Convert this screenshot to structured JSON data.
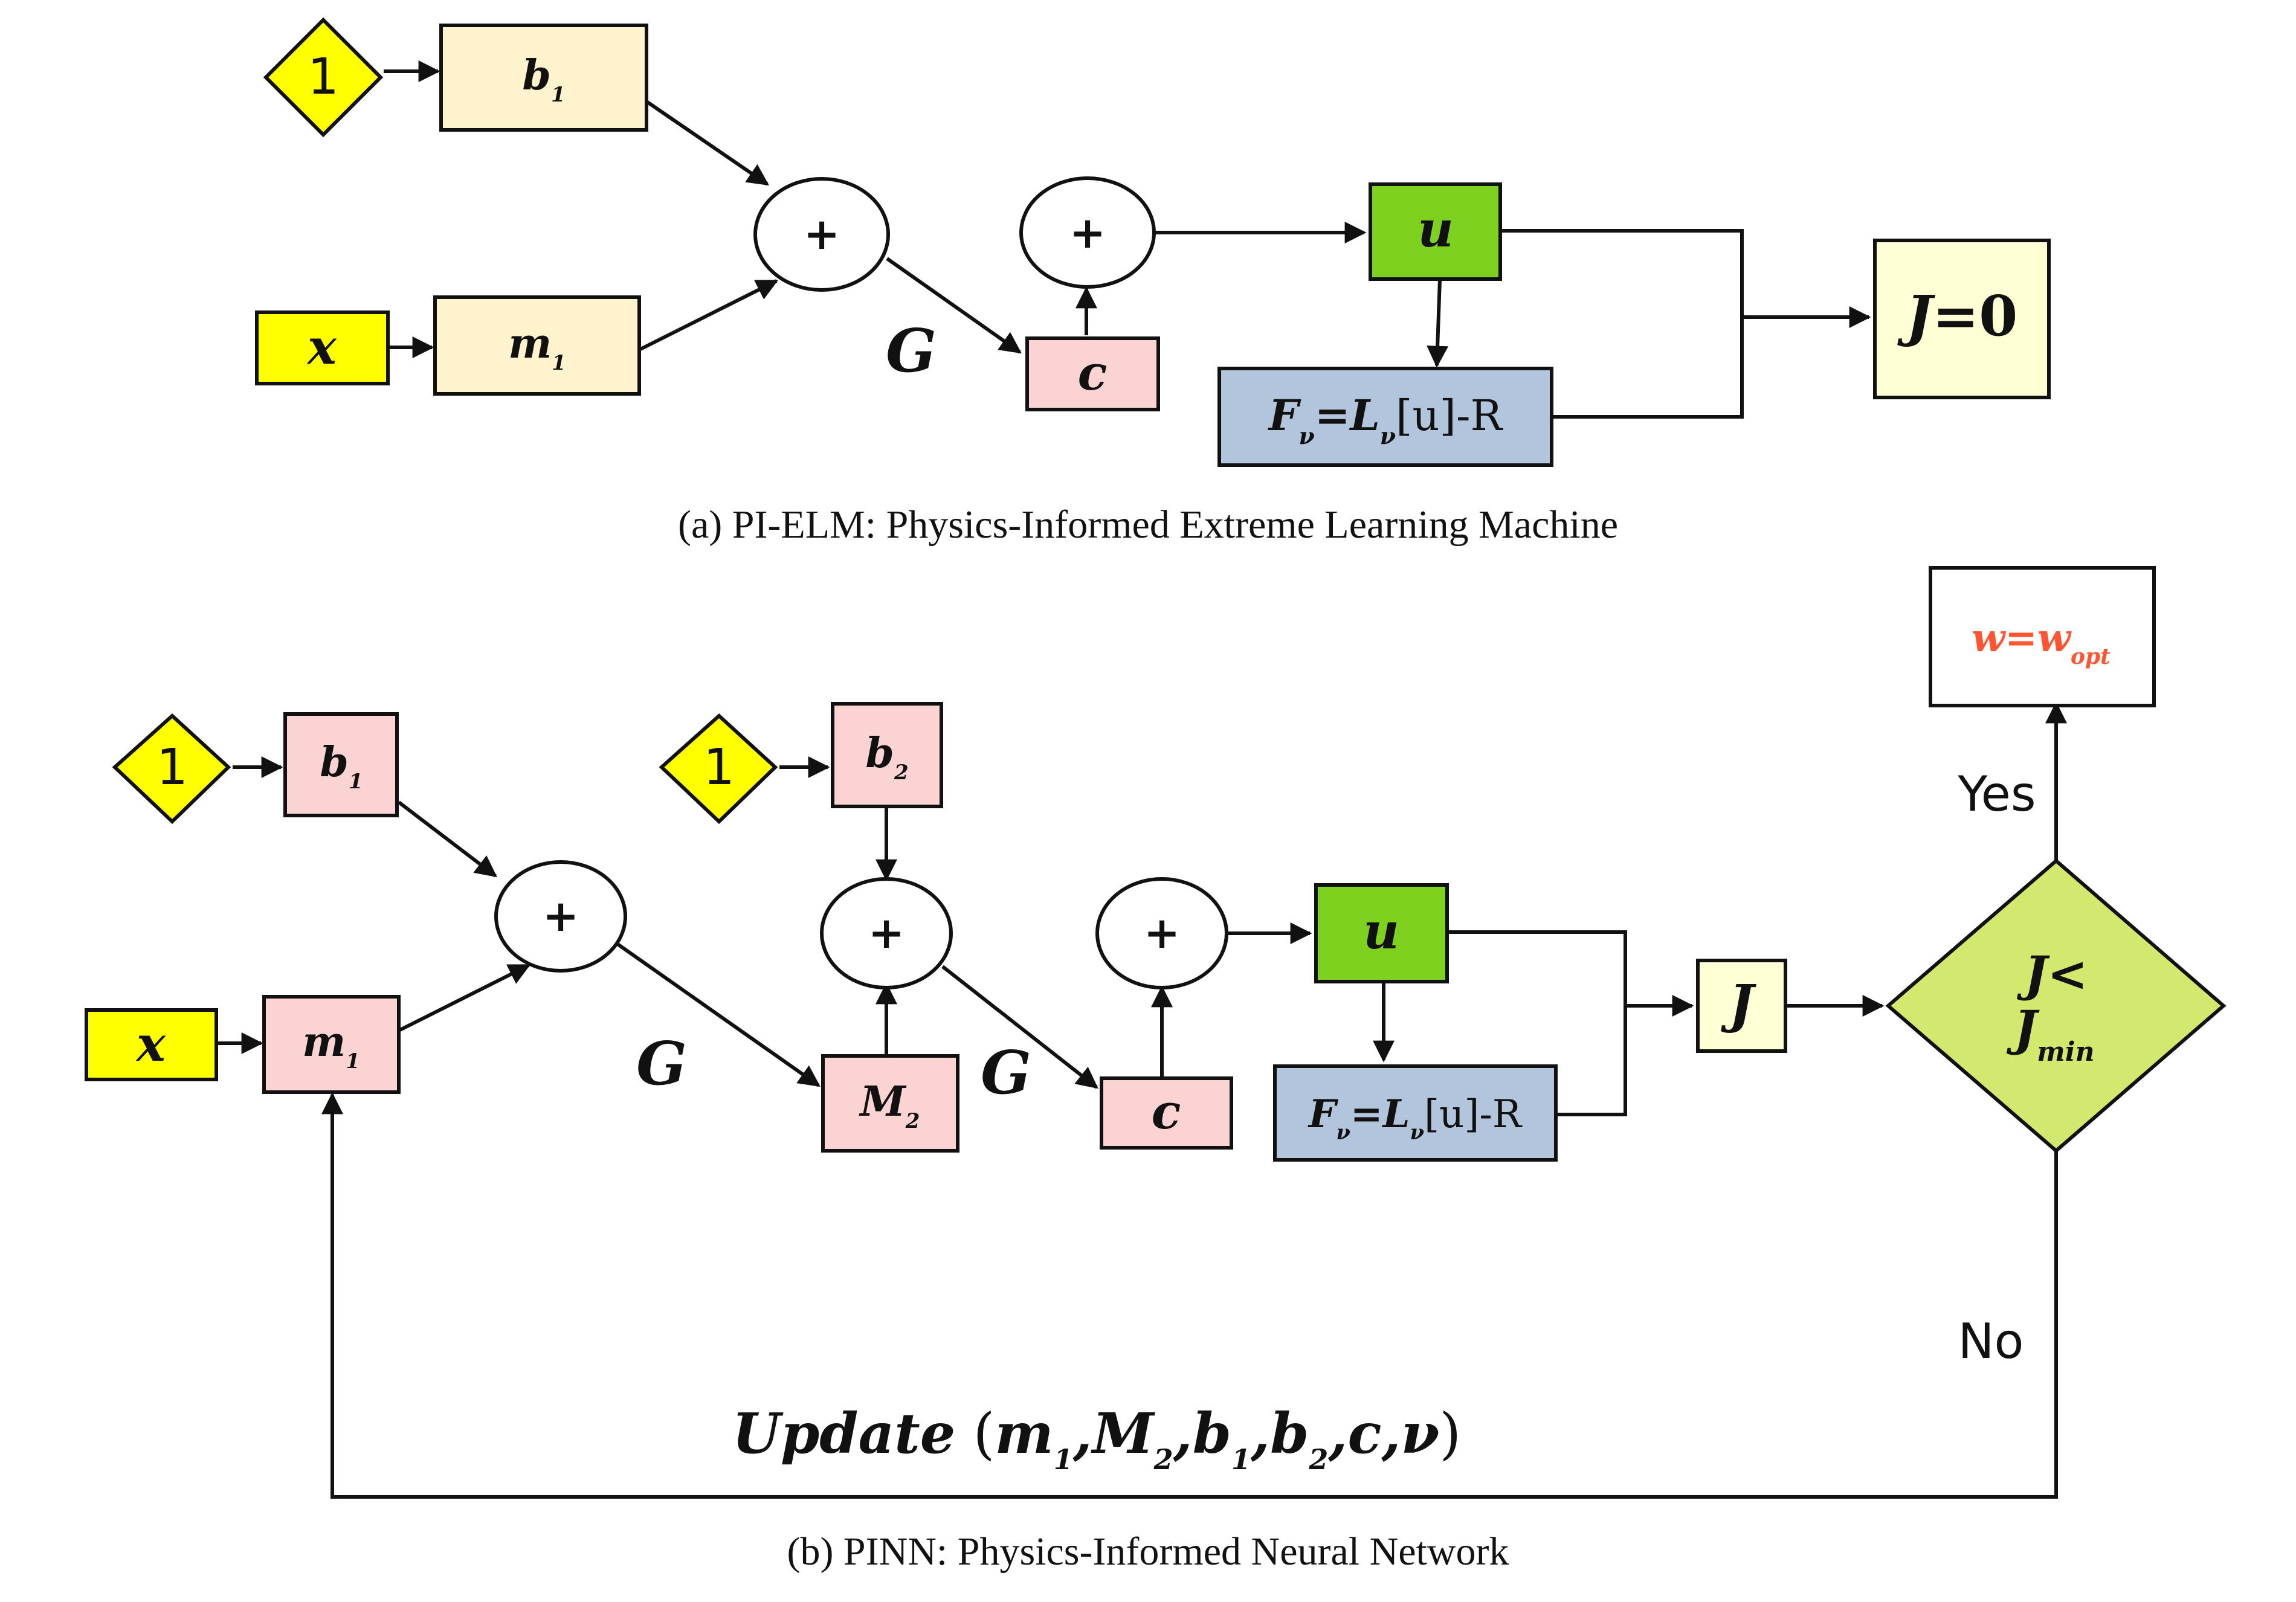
{
  "colors": {
    "input_yellow": "#ffff00",
    "param_cream": "#fef3cd",
    "param_pink": "#fbd3d3",
    "output_green": "#7ed21f",
    "residual_blue": "#b2c5dd",
    "loss_light": "#ffffd6",
    "decision_green": "#d3e86f",
    "optimum_text": "#ff5533"
  },
  "symbols": {
    "plus": "+",
    "one": "1",
    "G": "G"
  },
  "panel_a": {
    "caption": "(a) PI-ELM: Physics-Informed Extreme Learning Machine",
    "bias": {
      "base": "b",
      "sub": "1"
    },
    "input": "x",
    "weight": {
      "base": "m",
      "sub": "1"
    },
    "coef": "c",
    "output": "u",
    "residual": {
      "F": "F",
      "Fsub": "ν",
      "eq": "=",
      "L": "L",
      "Lsub": "ν",
      "rest": "[u]-R"
    },
    "loss": {
      "J": "J",
      "rest": "=0"
    }
  },
  "panel_b": {
    "caption": "(b) PINN: Physics-Informed Neural Network",
    "bias1": {
      "base": "b",
      "sub": "1"
    },
    "bias2": {
      "base": "b",
      "sub": "2"
    },
    "input": "x",
    "weight1": {
      "base": "m",
      "sub": "1"
    },
    "weight2": {
      "base": "M",
      "sub": "2"
    },
    "coef": "c",
    "output": "u",
    "residual": {
      "F": "F",
      "Fsub": "ν",
      "eq": "=",
      "L": "L",
      "Lsub": "ν",
      "rest": "[u]-R"
    },
    "loss": "J",
    "decision": {
      "line1": "J<",
      "J": "J",
      "Jsub": "min"
    },
    "optimum": {
      "w": "w",
      "eq": "=",
      "w2": "w",
      "sub": "opt"
    },
    "yes": "Yes",
    "no": "No",
    "update": {
      "word": "Update",
      "open": " (",
      "m": "m",
      "m_sub": "1",
      "M": "M",
      "M_sub": "2",
      "b1": "b",
      "b1_sub": "1",
      "b2": "b",
      "b2_sub": "2",
      "c": "c",
      "nu": "ν",
      "close": ")",
      "comma": ","
    }
  }
}
